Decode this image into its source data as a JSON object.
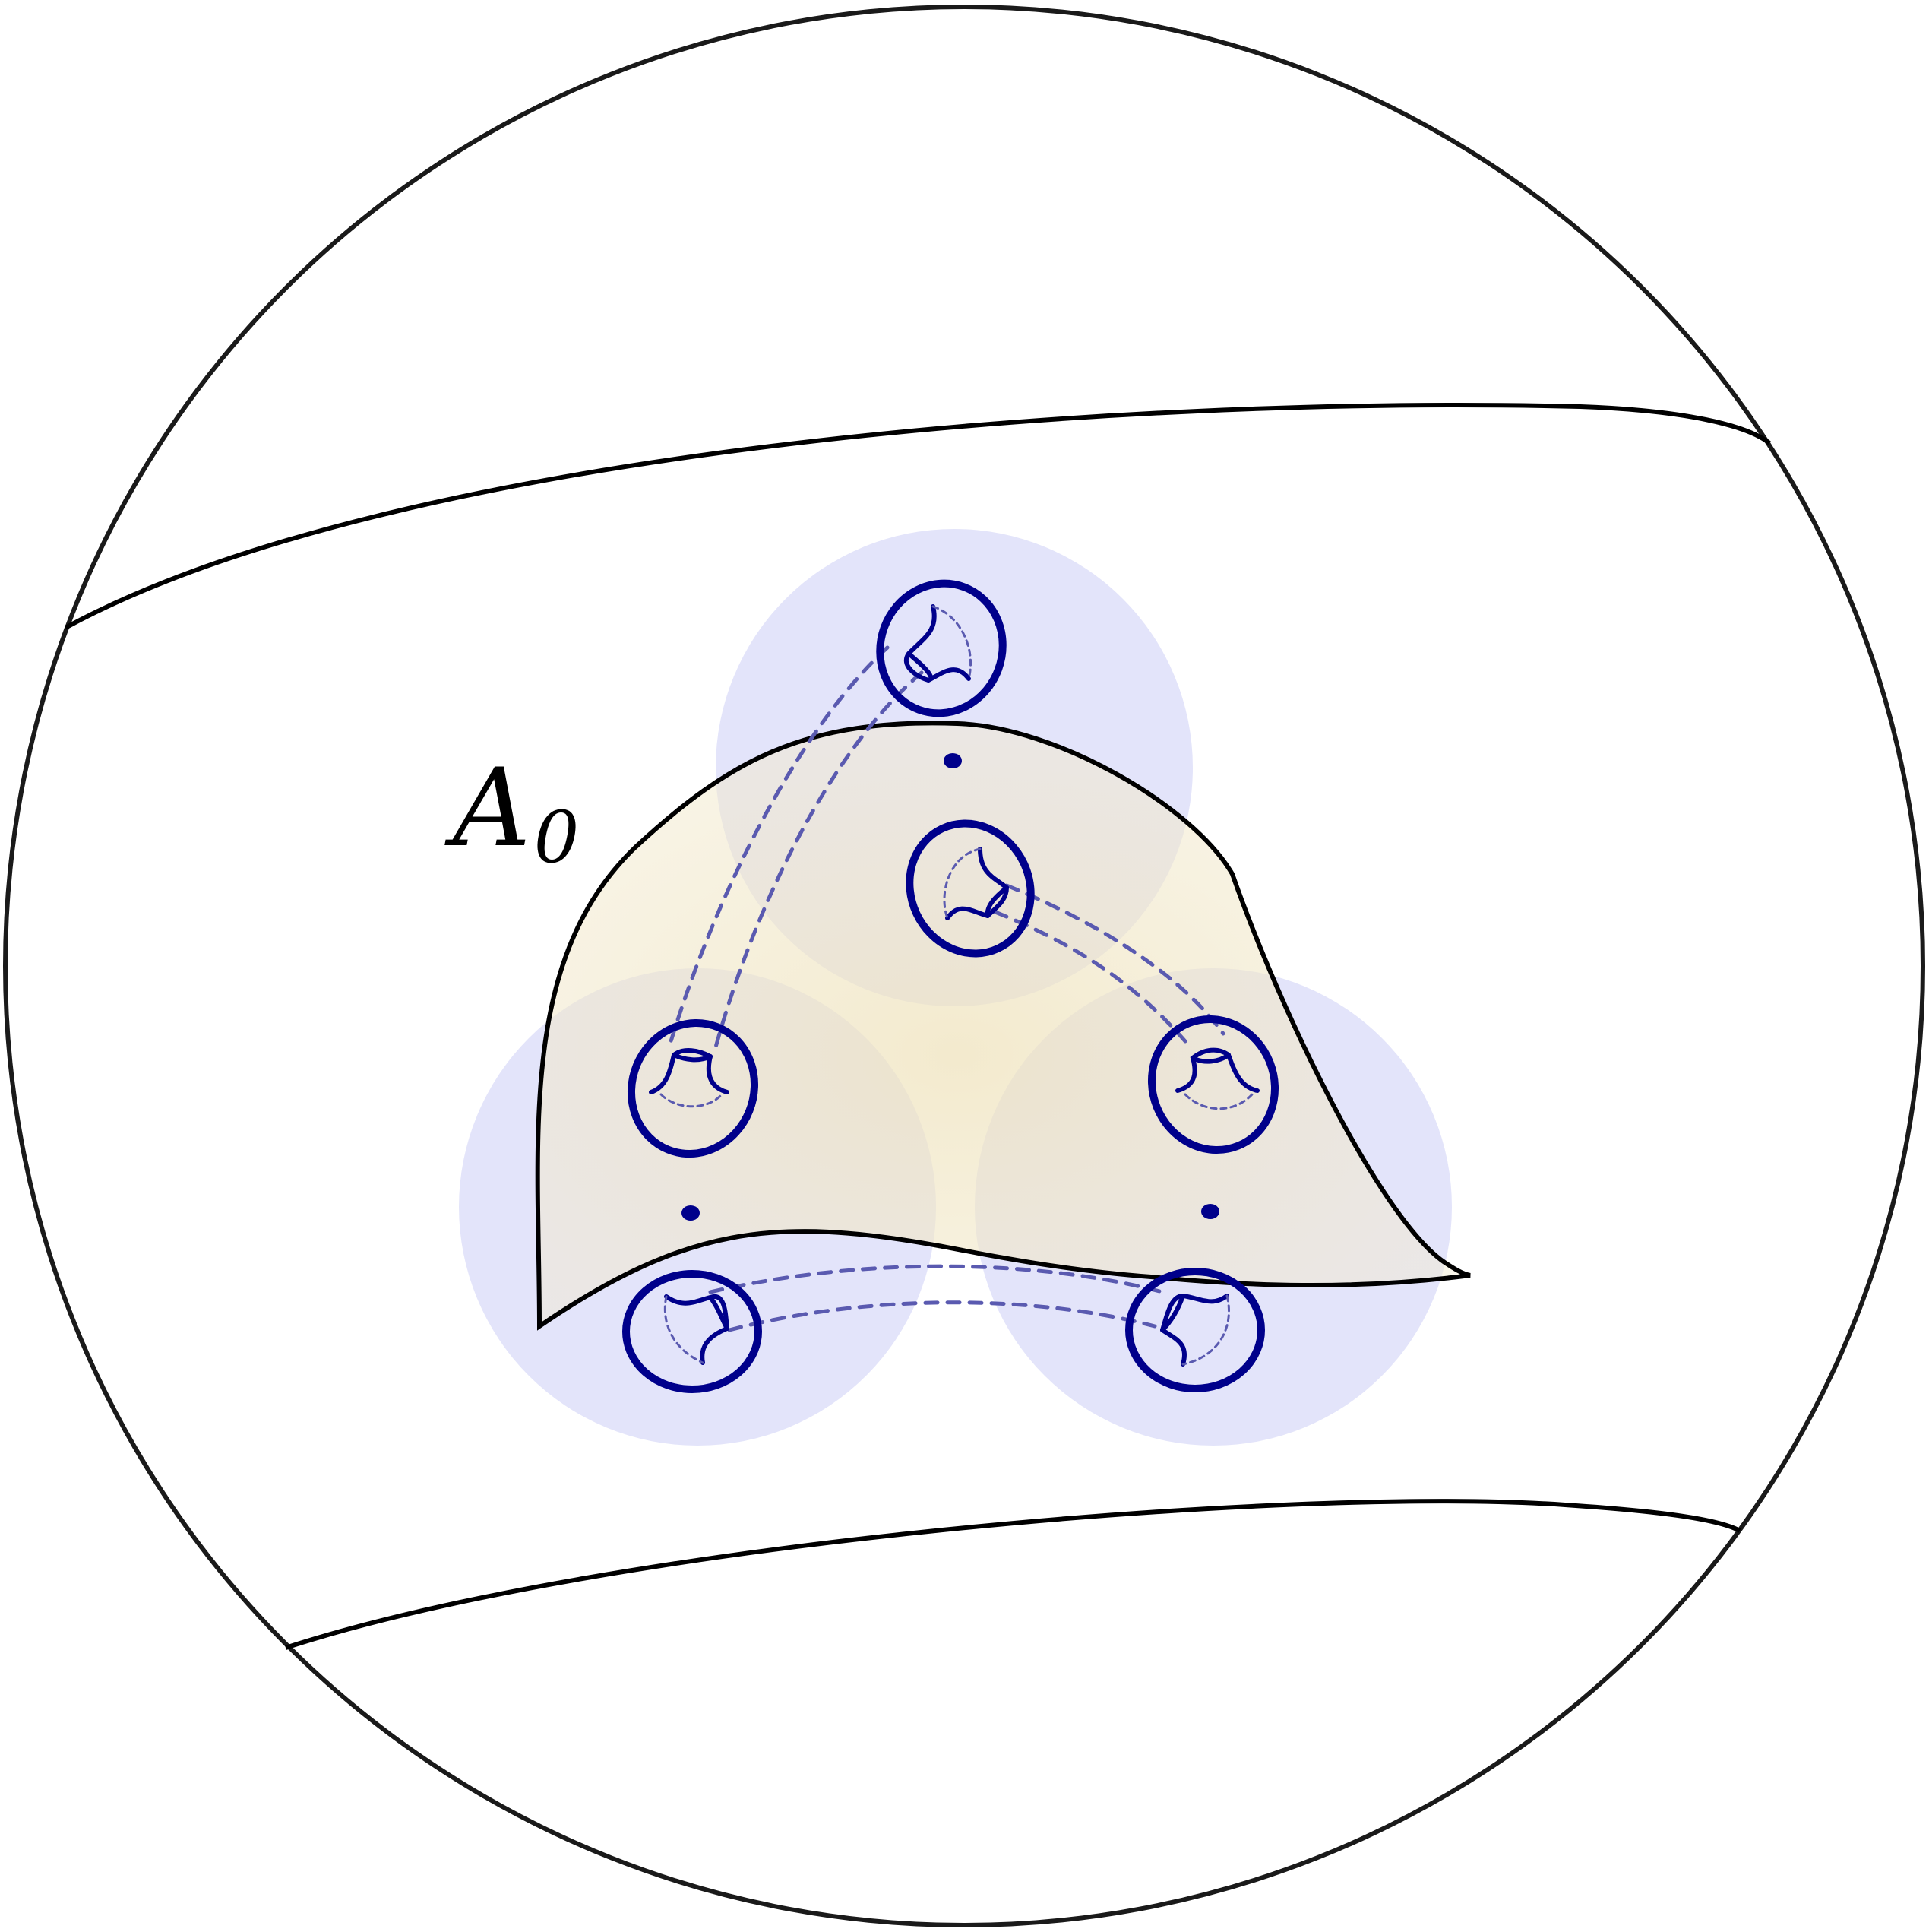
{
  "labels": {
    "surface_label_main": "A",
    "surface_label_sub": "0"
  },
  "colors": {
    "outline": "#1a1a1a",
    "ball_fill": "#c7c9f3",
    "surface_fill": "#ece2c0",
    "handle_blue": "#00008b",
    "dashed_blue": "#5555aa"
  },
  "elements": {
    "outer_ball": "circle",
    "cutting_curves": 2,
    "neighbourhood_discs": 3,
    "handle_circles": 6,
    "dashed_tubes": 3,
    "points": 3
  }
}
